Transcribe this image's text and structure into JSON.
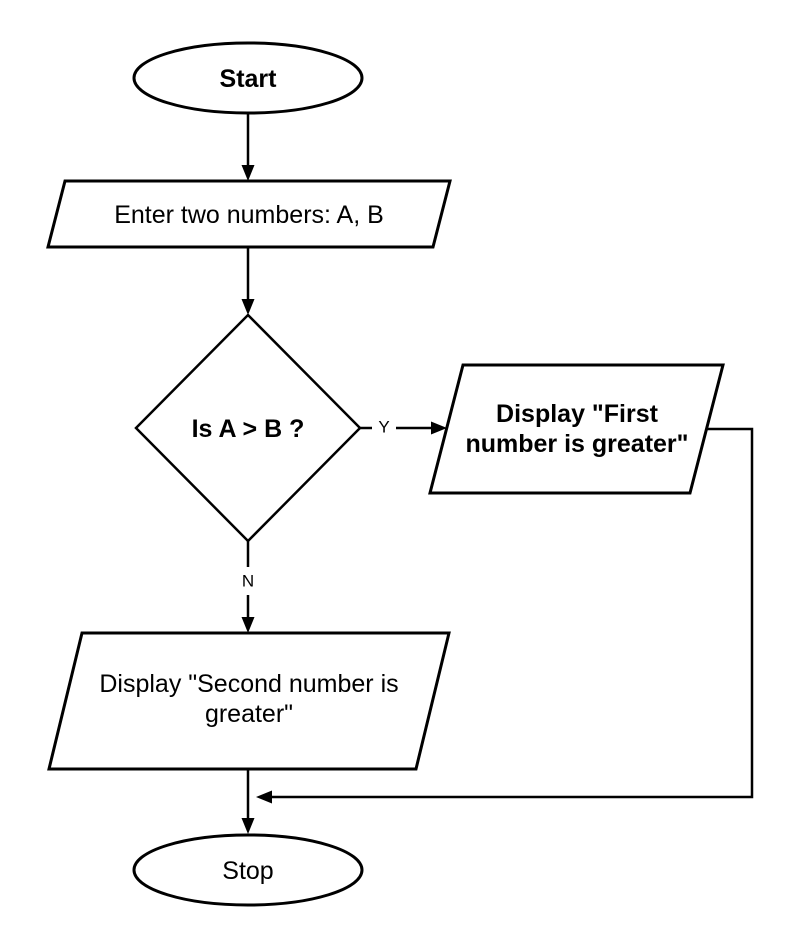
{
  "diagram": {
    "type": "flowchart",
    "background": "#ffffff",
    "colors": {
      "accent_green": "#6cb33f",
      "line_black": "#000000"
    },
    "nodes": {
      "start": {
        "shape": "terminator",
        "label": "Start",
        "color": "#6cb33f"
      },
      "input_numbers": {
        "shape": "parallelogram",
        "label": "Enter two numbers: A, B",
        "color": "#000000"
      },
      "decision": {
        "shape": "diamond",
        "label": "Is A > B ?",
        "color": "#6cb33f"
      },
      "display_first": {
        "shape": "parallelogram",
        "line1": "Display \"First",
        "line2": "number is greater\"",
        "color": "#6cb33f"
      },
      "display_second": {
        "shape": "parallelogram",
        "line1": "Display \"Second number is",
        "line2": "greater\"",
        "color": "#000000"
      },
      "stop": {
        "shape": "terminator",
        "label": "Stop",
        "color": "#000000"
      }
    },
    "edge_labels": {
      "yes": "Y",
      "no": "N"
    }
  }
}
